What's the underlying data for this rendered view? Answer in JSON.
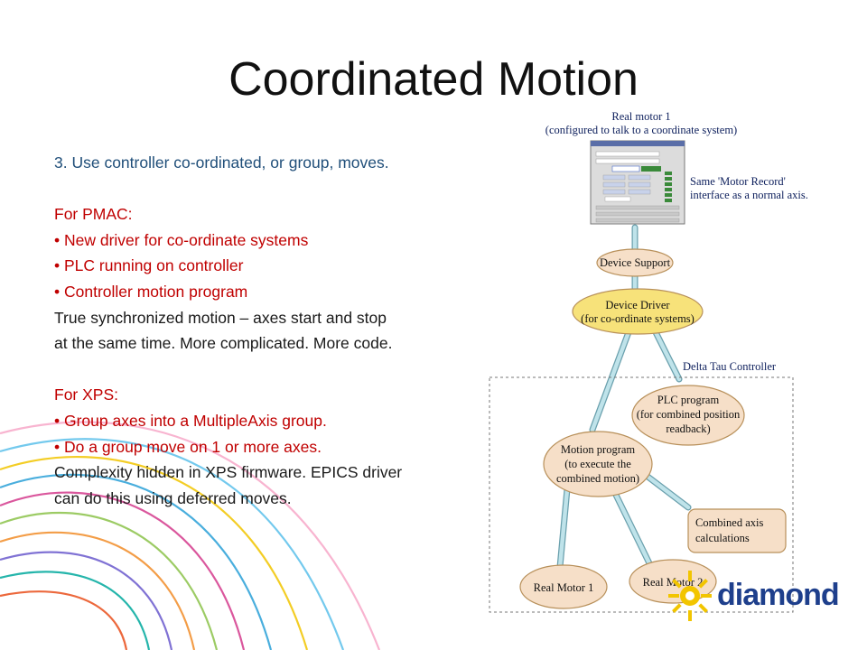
{
  "slide": {
    "title": "Coordinated Motion",
    "lines": [
      {
        "text": "3. Use controller co-ordinated, or group, moves.",
        "style": "blue"
      },
      {
        "text": "",
        "style": "blank"
      },
      {
        "text": "For PMAC:",
        "style": "red"
      },
      {
        "text": "• New driver for co-ordinate systems",
        "style": "red"
      },
      {
        "text": "• PLC running on controller",
        "style": "red"
      },
      {
        "text": "• Controller motion program",
        "style": "red"
      },
      {
        "text": "True synchronized motion – axes start and stop",
        "style": "black"
      },
      {
        "text": "at the same time. More complicated. More code.",
        "style": "black"
      },
      {
        "text": "",
        "style": "blank"
      },
      {
        "text": "For XPS:",
        "style": "red"
      },
      {
        "text": "• Group axes into a MultipleAxis group.",
        "style": "red"
      },
      {
        "text": "• Do a group move on 1 or more axes.",
        "style": "red"
      },
      {
        "text": "Complexity hidden in XPS firmware. EPICS driver",
        "style": "black"
      },
      {
        "text": "can do this using deferred moves.",
        "style": "black"
      }
    ]
  },
  "diagram": {
    "real_motor_caption": [
      "Real motor 1",
      "(configured to talk to a coordinate system)"
    ],
    "motor_record_note": [
      "Same 'Motor Record'",
      "interface as a normal axis."
    ],
    "device_support": "Device Support",
    "device_driver": [
      "Device Driver",
      "(for co-ordinate systems)"
    ],
    "controller_label": "Delta Tau Controller",
    "plc_program": [
      "PLC program",
      "(for combined position",
      "readback)"
    ],
    "motion_program": [
      "Motion program",
      "(to execute the",
      "combined motion)"
    ],
    "combined_axis": [
      "Combined axis",
      "calculations"
    ],
    "real_motor_a": "Real Motor 1",
    "real_motor_b": "Real Motor 2"
  },
  "logo": {
    "text": "diamond"
  },
  "colors": {
    "node_fill": "#f6dfc8",
    "node_stroke": "#b8905a",
    "highlight_fill": "#f7e27a",
    "arrow_fill": "#bfe3ea",
    "arrow_stroke": "#6aa0ad",
    "logo_blue": "#1e3f8c",
    "logo_yellow": "#f2c500"
  }
}
